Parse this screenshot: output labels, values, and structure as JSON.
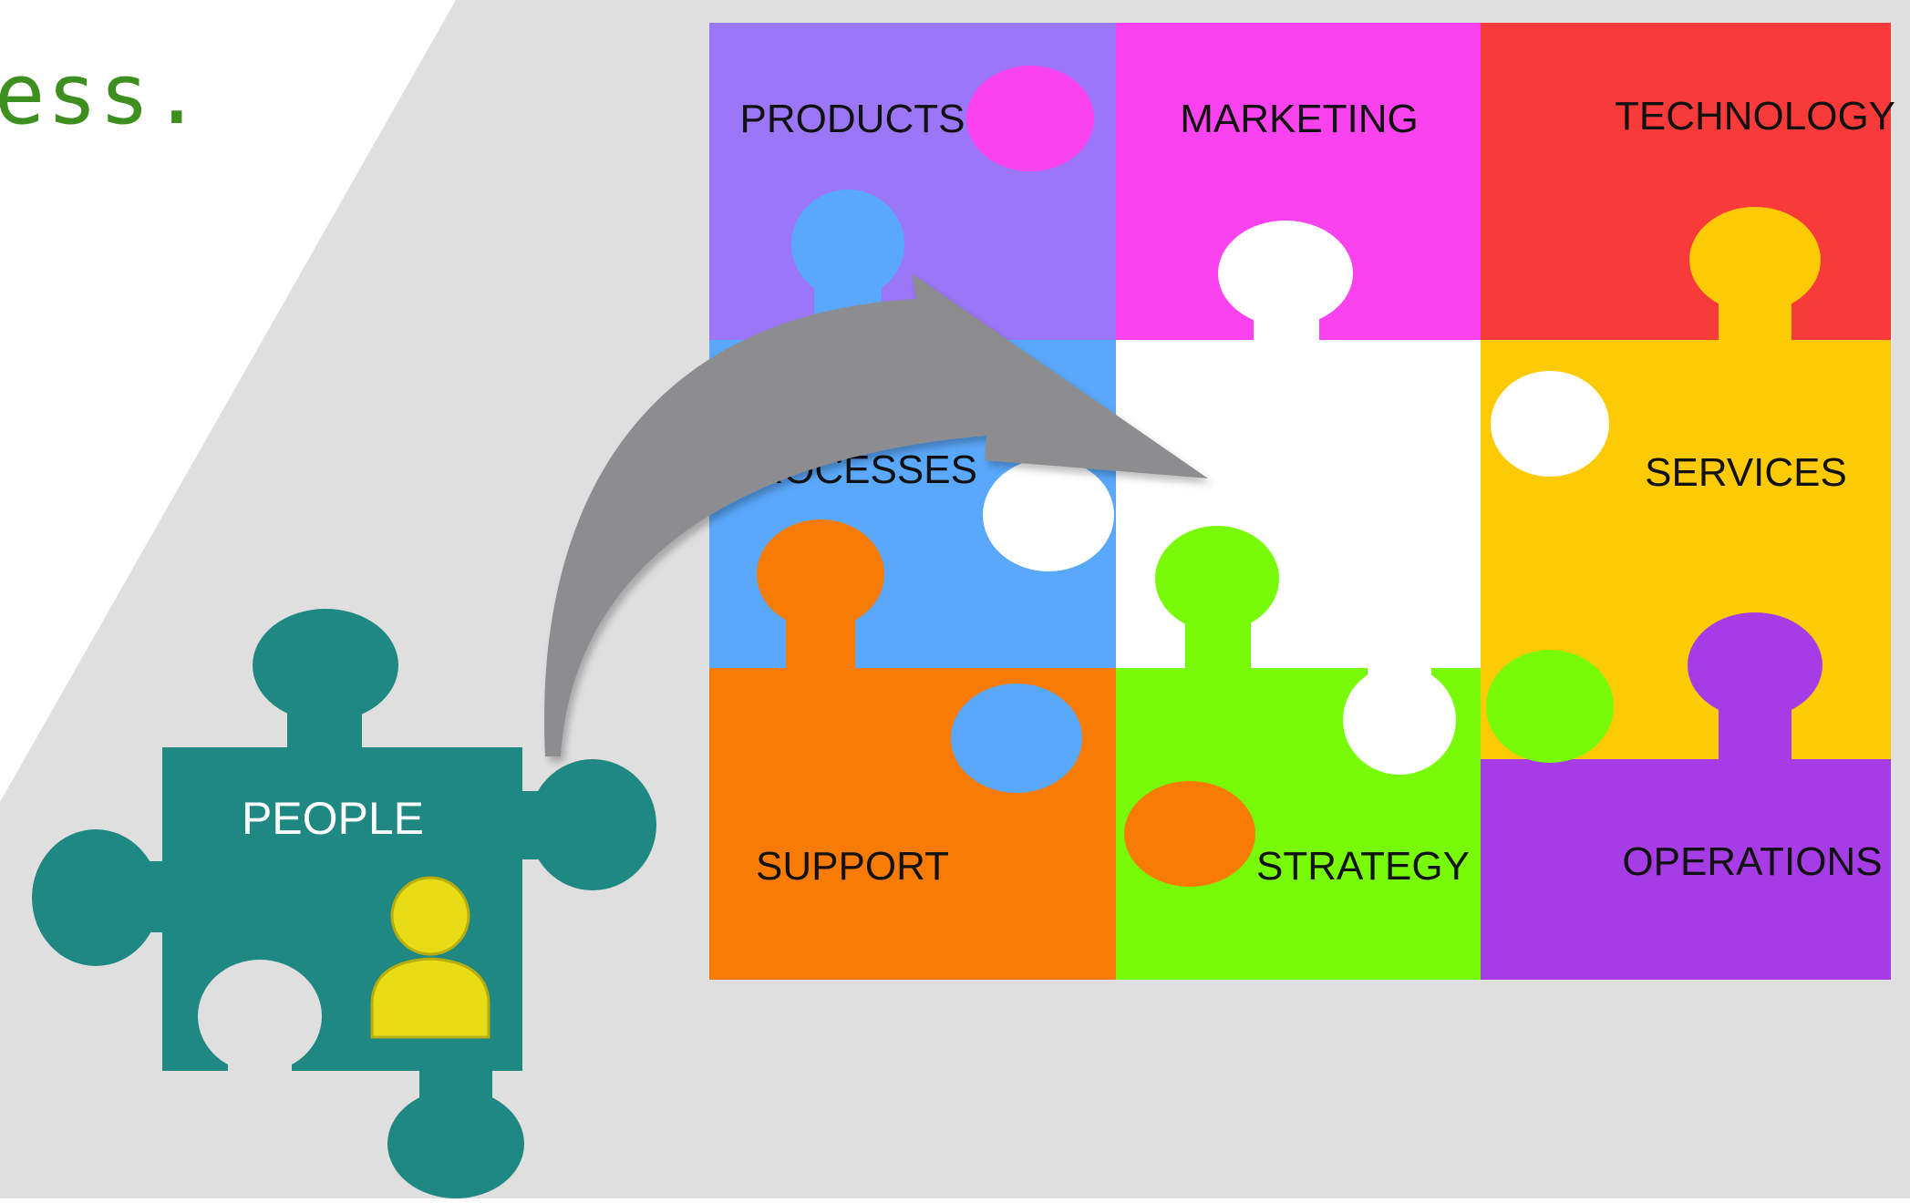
{
  "headline": {
    "text": "ess."
  },
  "colors": {
    "background_light": "#ffffff",
    "background_panel": "#e0dfe0",
    "headline": "#3d8f1f",
    "arrow": "#8d8d8f",
    "empty_slot": "#ffffff",
    "people_piece": "#1f8883",
    "person_icon": "#e7dc16"
  },
  "puzzle": {
    "pieces": [
      {
        "label": "PRODUCTS",
        "color": "#9b77f7"
      },
      {
        "label": "MARKETING",
        "color": "#fb42ef"
      },
      {
        "label": "TECHNOLOGY",
        "color": "#f93a3a"
      },
      {
        "label": "PROCESSES",
        "color": "#5aa8fb"
      },
      {
        "label": "SERVICES",
        "color": "#fccb05"
      },
      {
        "label": "SUPPORT",
        "color": "#f87b05"
      },
      {
        "label": "STRATEGY",
        "color": "#78fb08"
      },
      {
        "label": "OPERATIONS",
        "color": "#a63ce6"
      }
    ]
  },
  "loose_piece": {
    "label": "PEOPLE",
    "icon": "person-icon"
  }
}
